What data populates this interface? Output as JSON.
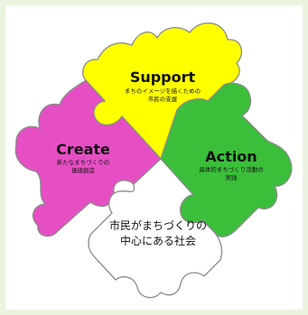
{
  "colors": {
    "frame": "#eaf4df",
    "support": "#ffff00",
    "create": "#e64fc4",
    "action": "#3bbf3b",
    "center": "#ffffff",
    "outline": "#8a8a8a"
  },
  "pieces": {
    "support": {
      "title": "Support",
      "sub_line1": "まちのイメージを描くための",
      "sub_line2": "市民の支援"
    },
    "create": {
      "title": "Create",
      "sub_line1": "新たなまちづくりの",
      "sub_line2": "価値創造"
    },
    "action": {
      "title": "Action",
      "sub_line1": "具体的まちづくり活動の",
      "sub_line2": "実践"
    },
    "center": {
      "line1": "市民がまちづくりの",
      "line2": "中心にある社会"
    }
  }
}
